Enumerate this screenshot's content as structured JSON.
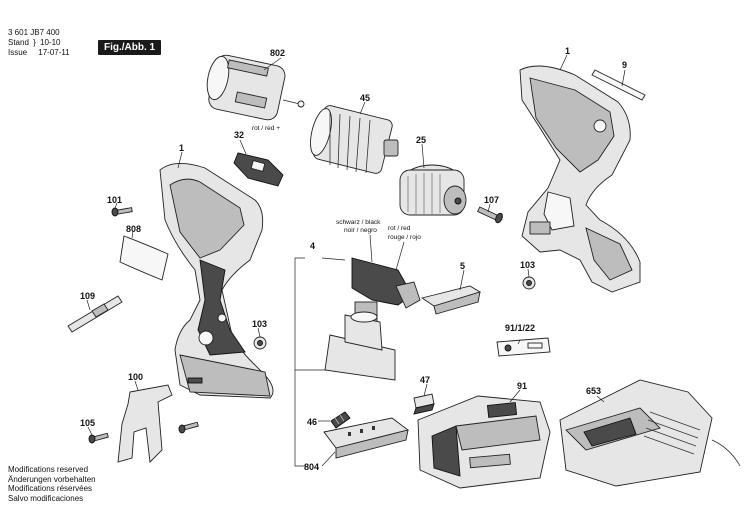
{
  "header": {
    "doc_number": "3 601 JB7 400",
    "stand_label": "Stand",
    "issue_label": "Issue",
    "stand_value": "10-10",
    "issue_value": "17-07-11",
    "figure_label": "Fig./Abb. 1"
  },
  "parts": {
    "p1_handle": "1",
    "p1_housing": "1",
    "p9": "9",
    "p802": "802",
    "p45": "45",
    "p32": "32",
    "p25": "25",
    "p101": "101",
    "p808": "808",
    "p107": "107",
    "p103_right": "103",
    "p4": "4",
    "p5": "5",
    "p109": "109",
    "p103_left": "103",
    "p91_1_22": "91/1/22",
    "p100": "100",
    "p47": "47",
    "p91": "91",
    "p653": "653",
    "p105": "105",
    "p46": "46",
    "p804": "804"
  },
  "wire_labels": {
    "motor_wire": "rot / red +",
    "switch_black_1": "schwarz / black",
    "switch_black_2": "noir / negro",
    "switch_red_1": "rot / red",
    "switch_red_2": "rouge / rojo"
  },
  "footer": {
    "lines": [
      "Modifications reserved",
      "Änderungen vorbehalten",
      "Modifications réservées",
      "Salvo modificaciones"
    ]
  }
}
